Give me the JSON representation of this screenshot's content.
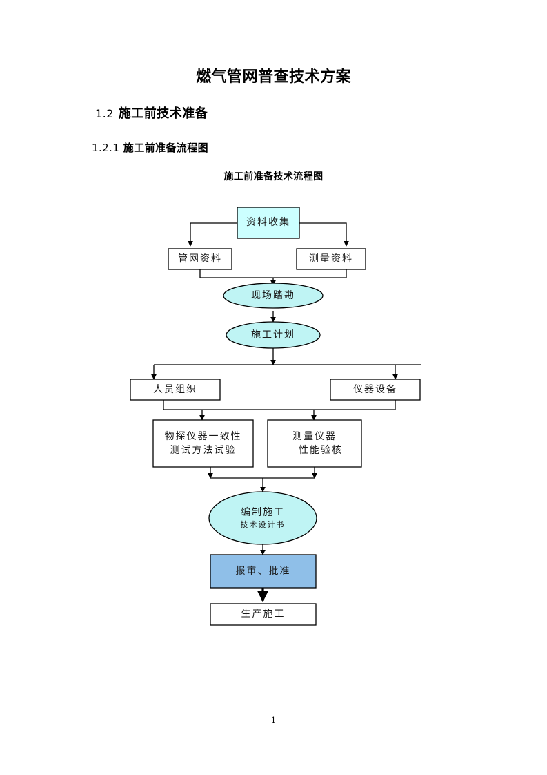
{
  "document": {
    "title": "燃气管网普查技术方案",
    "section_heading": {
      "number": "1.2",
      "text": "施工前技术准备"
    },
    "subsection_heading": {
      "number": "1.2.1",
      "text": "施工前准备流程图"
    },
    "figure_title": "施工前准备技术流程图",
    "page_number": "1"
  },
  "colors": {
    "box_fill_cyan": "#CCFFFF",
    "ellipse_fill_cyan": "#BFF4F4",
    "box_fill_blue": "#8FBFE8",
    "box_fill_white": "#FFFFFF",
    "stroke": "#000000",
    "text": "#1A1A1A",
    "page_background": "#FFFFFF"
  },
  "flowchart": {
    "type": "flowchart",
    "orientation": "top-to-bottom",
    "nodes": [
      {
        "id": "n1",
        "shape": "rect",
        "fill": "cyan",
        "lines": [
          "资料收集"
        ]
      },
      {
        "id": "n2",
        "shape": "rect",
        "fill": "white",
        "lines": [
          "管网资料"
        ]
      },
      {
        "id": "n3",
        "shape": "rect",
        "fill": "white",
        "lines": [
          "测量资料"
        ]
      },
      {
        "id": "n4",
        "shape": "ellipse",
        "fill": "cyan",
        "lines": [
          "现场踏勘"
        ]
      },
      {
        "id": "n5",
        "shape": "ellipse",
        "fill": "cyan",
        "lines": [
          "施工计划"
        ]
      },
      {
        "id": "n6",
        "shape": "rect",
        "fill": "white",
        "lines": [
          "人员组织"
        ]
      },
      {
        "id": "n7",
        "shape": "rect",
        "fill": "white",
        "lines": [
          "仪器设备"
        ]
      },
      {
        "id": "n8",
        "shape": "rect",
        "fill": "white",
        "lines": [
          "物探仪器一致性",
          "测试方法试验"
        ]
      },
      {
        "id": "n9",
        "shape": "rect",
        "fill": "white",
        "lines": [
          "测量仪器",
          "性能验核"
        ]
      },
      {
        "id": "n10",
        "shape": "ellipse",
        "fill": "cyan",
        "lines": [
          "编制施工",
          "技术设计书"
        ]
      },
      {
        "id": "n11",
        "shape": "rect",
        "fill": "blue",
        "lines": [
          "报审、批准"
        ]
      },
      {
        "id": "n12",
        "shape": "rect",
        "fill": "white",
        "lines": [
          "生产施工"
        ]
      }
    ],
    "edges": [
      {
        "from": "n1",
        "to": "n2",
        "style": "elbow-left"
      },
      {
        "from": "n1",
        "to": "n3",
        "style": "elbow-right"
      },
      {
        "from": "n2",
        "to": "n4",
        "style": "merge"
      },
      {
        "from": "n3",
        "to": "n4",
        "style": "merge"
      },
      {
        "from": "n4",
        "to": "n5",
        "style": "straight"
      },
      {
        "from": "n5",
        "to": "n6",
        "style": "split-left"
      },
      {
        "from": "n5",
        "to": "n7",
        "style": "split-right"
      },
      {
        "from": "n6",
        "to": "n8",
        "style": "elbow"
      },
      {
        "from": "n7",
        "to": "n9",
        "style": "elbow"
      },
      {
        "from": "n8",
        "to": "n10",
        "style": "merge"
      },
      {
        "from": "n9",
        "to": "n10",
        "style": "merge"
      },
      {
        "from": "n10",
        "to": "n11",
        "style": "straight"
      },
      {
        "from": "n11",
        "to": "n12",
        "style": "straight-bold"
      }
    ]
  }
}
